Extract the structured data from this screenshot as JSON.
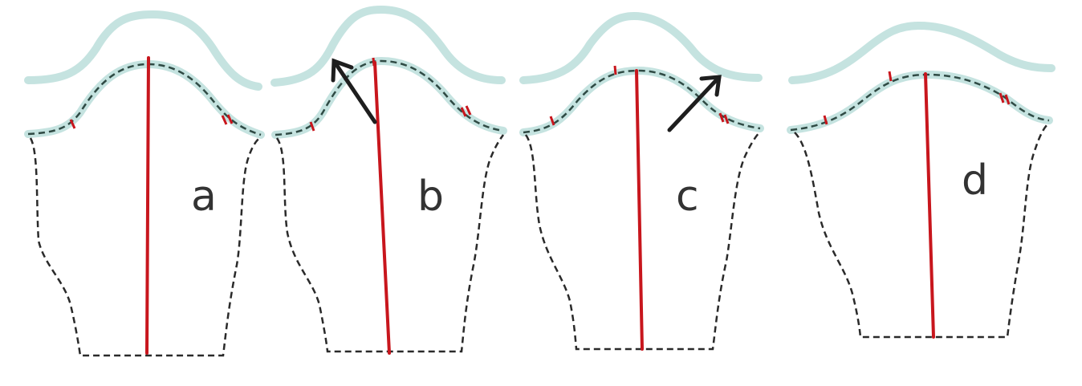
{
  "panels": [
    {
      "label": "a",
      "arrow": "none"
    },
    {
      "label": "b",
      "arrow": "up-left"
    },
    {
      "label": "c",
      "arrow": "up-right"
    },
    {
      "label": "d",
      "arrow": "none"
    }
  ],
  "colors": {
    "teal": "#c5e3e0",
    "dashed": "#2a2a2a",
    "cap_dashed": "#2f4a44",
    "grainline": "#c8161d",
    "arrow": "#1e1e1e"
  }
}
